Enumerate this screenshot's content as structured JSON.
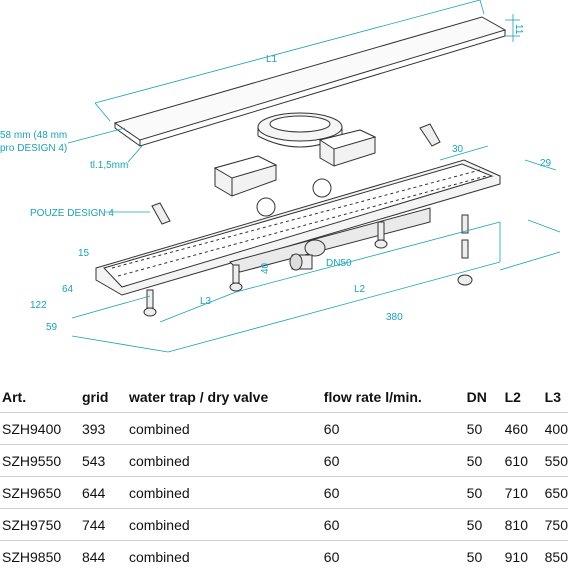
{
  "diagram": {
    "labels": {
      "l1": "L1",
      "h11": "11",
      "width_a": "58 mm (48 mm",
      "width_b": "pro DESIGN 4)",
      "thickness": "tl.1,5mm",
      "only_design4": "POUZE DESIGN 4",
      "d30": "30",
      "d29": "29",
      "d15": "15",
      "d40": "40",
      "dn50": "DN50",
      "d64": "64",
      "d122": "122",
      "d59": "59",
      "l3": "L3",
      "l2": "L2",
      "d380": "380"
    }
  },
  "table": {
    "headers": [
      "Art.",
      "grid",
      "water trap / dry valve",
      "flow rate l/min.",
      "DN",
      "L2",
      "L3"
    ],
    "rows": [
      [
        "SZH9400",
        "393",
        "combined",
        "60",
        "50",
        "460",
        "400"
      ],
      [
        "SZH9550",
        "543",
        "combined",
        "60",
        "50",
        "610",
        "550"
      ],
      [
        "SZH9650",
        "644",
        "combined",
        "60",
        "50",
        "710",
        "650"
      ],
      [
        "SZH9750",
        "744",
        "combined",
        "60",
        "50",
        "810",
        "750"
      ],
      [
        "SZH9850",
        "844",
        "combined",
        "60",
        "50",
        "910",
        "850"
      ]
    ]
  }
}
